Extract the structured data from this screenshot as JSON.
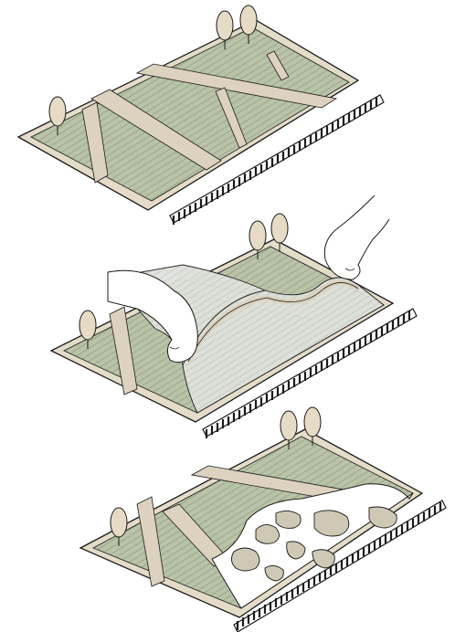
{
  "figure": {
    "title": "",
    "steps": [
      {
        "id": "intact",
        "description_visible": false
      },
      {
        "id": "peeling",
        "description_visible": false
      },
      {
        "id": "pieces",
        "description_visible": false
      }
    ]
  },
  "colors": {
    "background": "#ffffff",
    "outline": "#1a1a1a",
    "plot": "#b9c3a7",
    "hatch": "#8f9d7e",
    "path": "#ddd2bf",
    "border": "#e4dcc9",
    "film": "#d7dbd6",
    "filmlight": "#eceeea",
    "piece": "#cfc8b4",
    "treefill": "#e6dcc6",
    "comb": "#ffffff"
  },
  "icons": {
    "tree": "tree-icon",
    "hand": "hand-icon",
    "comb": "comb-strip-icon"
  }
}
